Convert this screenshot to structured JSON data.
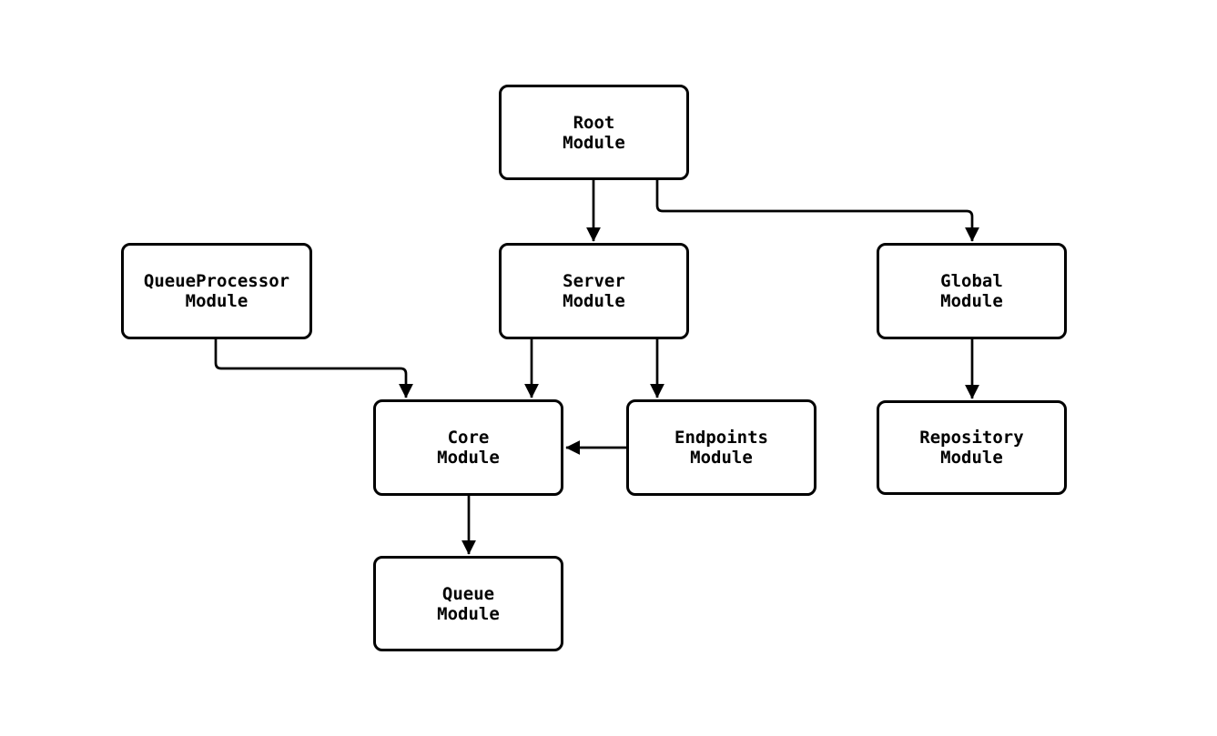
{
  "diagram": {
    "type": "flowchart",
    "direction": "top-down",
    "background_color": "#ffffff",
    "node_fill_color": "#ffffff",
    "node_border_color": "#000000",
    "edge_color": "#000000",
    "text_color": "#000000",
    "nodes": [
      {
        "id": "root",
        "lines": [
          "Root",
          "Module"
        ]
      },
      {
        "id": "queueprocessor",
        "lines": [
          "QueueProcessor",
          "Module"
        ]
      },
      {
        "id": "server",
        "lines": [
          "Server",
          "Module"
        ]
      },
      {
        "id": "global",
        "lines": [
          "Global",
          "Module"
        ]
      },
      {
        "id": "core",
        "lines": [
          "Core",
          "Module"
        ]
      },
      {
        "id": "endpoints",
        "lines": [
          "Endpoints",
          "Module"
        ]
      },
      {
        "id": "repository",
        "lines": [
          "Repository",
          "Module"
        ]
      },
      {
        "id": "queue",
        "lines": [
          "Queue",
          "Module"
        ]
      }
    ],
    "edges": [
      {
        "from": "Root Module",
        "to": "Server Module"
      },
      {
        "from": "Root Module",
        "to": "Global Module"
      },
      {
        "from": "QueueProcessor Module",
        "to": "Core Module"
      },
      {
        "from": "Server Module",
        "to": "Core Module"
      },
      {
        "from": "Server Module",
        "to": "Endpoints Module"
      },
      {
        "from": "Endpoints Module",
        "to": "Core Module"
      },
      {
        "from": "Global Module",
        "to": "Repository Module"
      },
      {
        "from": "Core Module",
        "to": "Queue Module"
      }
    ]
  }
}
